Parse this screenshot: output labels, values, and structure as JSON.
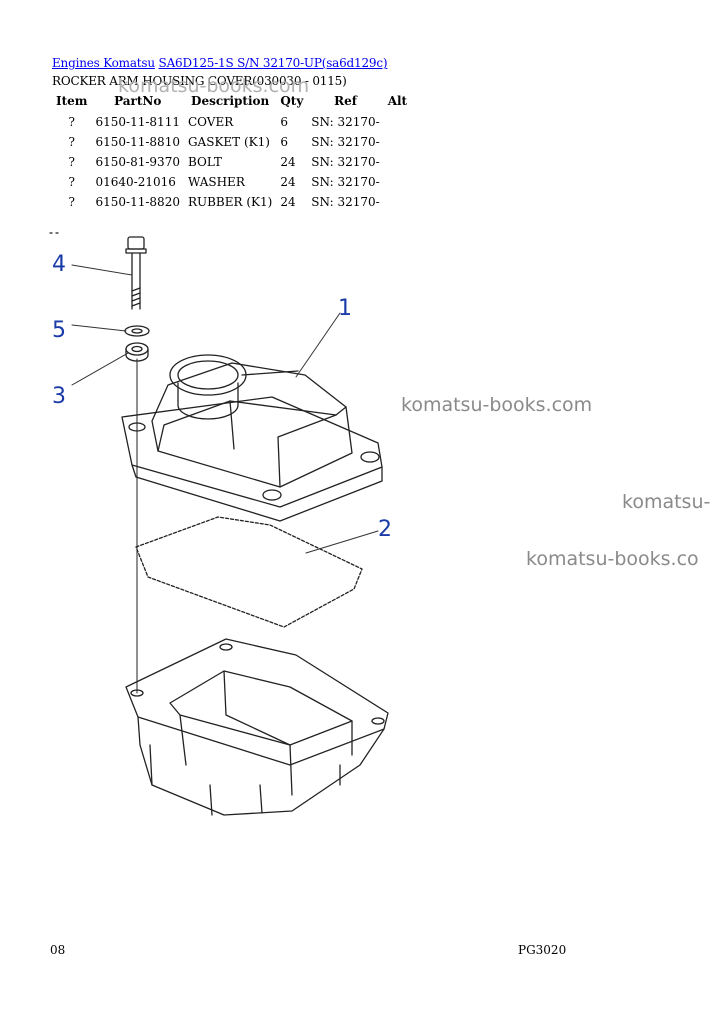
{
  "breadcrumb": {
    "link1": "Engines Komatsu",
    "link2": "SA6D125-1S S/N 32170-UP(sa6d129c)"
  },
  "section_title": "ROCKER ARM HOUSING COVER(030030 - 0115)",
  "table": {
    "headers": [
      "Item",
      "PartNo",
      "Description",
      "Qty",
      "Ref",
      "Alt"
    ],
    "rows": [
      [
        "?",
        "6150-11-8111",
        "COVER",
        "6",
        "SN: 32170-",
        ""
      ],
      [
        "?",
        "6150-11-8810",
        "GASKET (K1)",
        "6",
        "SN: 32170-",
        ""
      ],
      [
        "?",
        "6150-81-9370",
        "BOLT",
        "24",
        "SN: 32170-",
        ""
      ],
      [
        "?",
        "01640-21016",
        "WASHER",
        "24",
        "SN: 32170-",
        ""
      ],
      [
        "?",
        "6150-11-8820",
        "RUBBER (K1)",
        "24",
        "SN: 32170-",
        ""
      ]
    ]
  },
  "callouts": [
    "4",
    "5",
    "3",
    "1",
    "2"
  ],
  "watermarks": [
    "komatsu-books.com",
    "komatsu-books.com",
    "komatsu-",
    "komatsu-books.co"
  ],
  "footer": {
    "left": "08",
    "right": "PG3020"
  }
}
